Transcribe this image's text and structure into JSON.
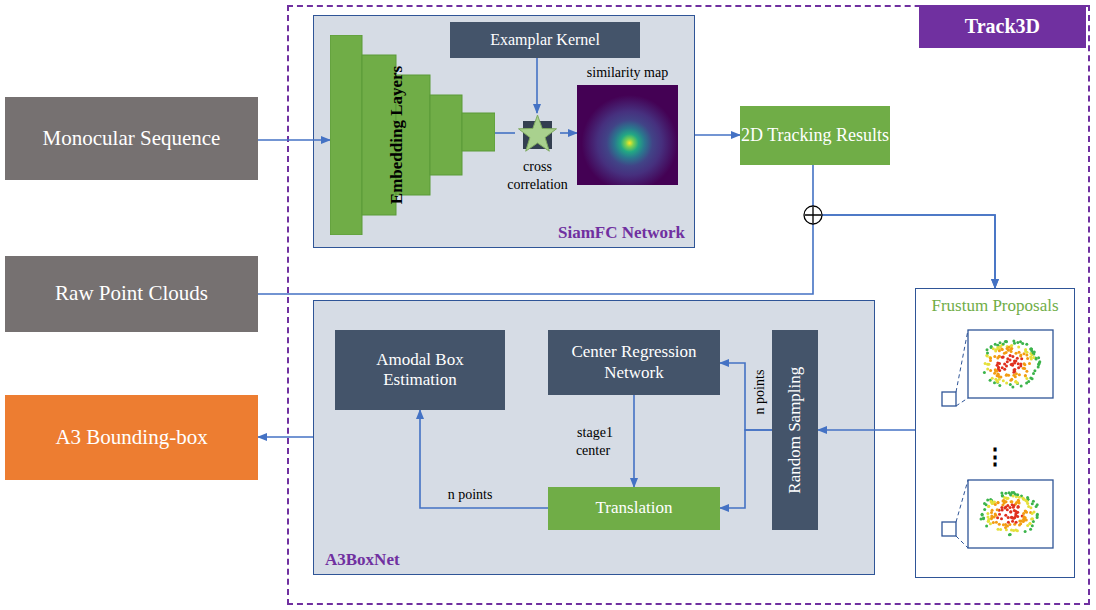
{
  "diagram": {
    "nodes": [
      {
        "text": [
          "Track3D"
        ]
      },
      {
        "text": [
          "Monocular Sequence"
        ]
      },
      {
        "text": [
          "Raw Point Clouds"
        ]
      },
      {
        "text": [
          "A3 Bounding-box"
        ]
      },
      {
        "text": [
          "SiamFC Network"
        ],
        "in": 0
      },
      {
        "text": [
          "Embedding Layers"
        ],
        "in": 4
      },
      {
        "text": [
          "Examplar Kernel"
        ],
        "in": 4
      },
      {
        "text": [
          "cross correlation"
        ],
        "in": 4
      },
      {
        "text": [
          "similarity map"
        ],
        "in": 4
      },
      {
        "text": [
          "2D Tracking Results"
        ],
        "in": 0
      },
      {
        "text": [
          "Frustum Proposals"
        ],
        "in": 0
      },
      {
        "text": [
          "A3BoxNet"
        ],
        "in": 0
      },
      {
        "text": [
          "Amodal Box Estimation"
        ],
        "in": 11
      },
      {
        "text": [
          "Center Regression Network"
        ],
        "in": 11
      },
      {
        "text": [
          "Translation"
        ],
        "in": 11
      },
      {
        "text": [
          "Random Sampling"
        ],
        "in": 11
      }
    ],
    "edges": [
      {
        "from": 1,
        "to": 5,
        "arrow": "to"
      },
      {
        "from": 6,
        "to": 7,
        "arrow": "to"
      },
      {
        "from": 5,
        "to": 7,
        "arrow": "none"
      },
      {
        "from": 7,
        "to": 8,
        "arrow": "to"
      },
      {
        "from": 4,
        "to": 9,
        "arrow": "to"
      },
      {
        "from": 9,
        "to": 10,
        "arrow": "to"
      },
      {
        "from": 2,
        "to": 10,
        "arrow": "to"
      },
      {
        "from": 10,
        "to": 15,
        "arrow": "to"
      },
      {
        "from": 15,
        "to": 13,
        "label": "n points",
        "arrow": "to"
      },
      {
        "from": 15,
        "to": 14,
        "arrow": "to"
      },
      {
        "from": 13,
        "to": 14,
        "label": "stage1 center",
        "arrow": "to"
      },
      {
        "from": 14,
        "to": 12,
        "label": "n points",
        "arrow": "to"
      },
      {
        "from": 11,
        "to": 3,
        "arrow": "to"
      }
    ],
    "labels": [
      "⋮"
    ]
  }
}
